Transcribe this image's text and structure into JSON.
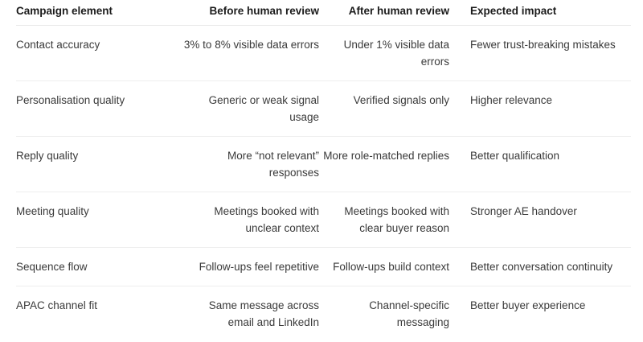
{
  "table": {
    "columns": [
      {
        "label": "Campaign element",
        "align": "left"
      },
      {
        "label": "Before human review",
        "align": "right"
      },
      {
        "label": "After human review",
        "align": "right"
      },
      {
        "label": "Expected impact",
        "align": "left"
      }
    ],
    "rows": [
      {
        "element": "Contact accuracy",
        "before": "3% to 8% visible data errors",
        "after": "Under 1% visible data errors",
        "impact": "Fewer trust-breaking mistakes"
      },
      {
        "element": "Personalisation quality",
        "before": "Generic or weak signal usage",
        "after": "Verified signals only",
        "impact": "Higher relevance"
      },
      {
        "element": "Reply quality",
        "before": "More “not relevant” responses",
        "after": "More role-matched replies",
        "impact": "Better qualification"
      },
      {
        "element": "Meeting quality",
        "before": "Meetings booked with unclear context",
        "after": "Meetings booked with clear buyer reason",
        "impact": "Stronger AE handover"
      },
      {
        "element": "Sequence flow",
        "before": "Follow-ups feel repetitive",
        "after": "Follow-ups build context",
        "impact": "Better conversation continuity"
      },
      {
        "element": "APAC channel fit",
        "before": "Same message across email and LinkedIn",
        "after": "Channel-specific messaging",
        "impact": "Better buyer experience"
      }
    ]
  },
  "colors": {
    "background": "#ffffff",
    "header_text": "#1b1b1b",
    "body_text": "#3a3a3a",
    "divider": "#eeeeee"
  }
}
